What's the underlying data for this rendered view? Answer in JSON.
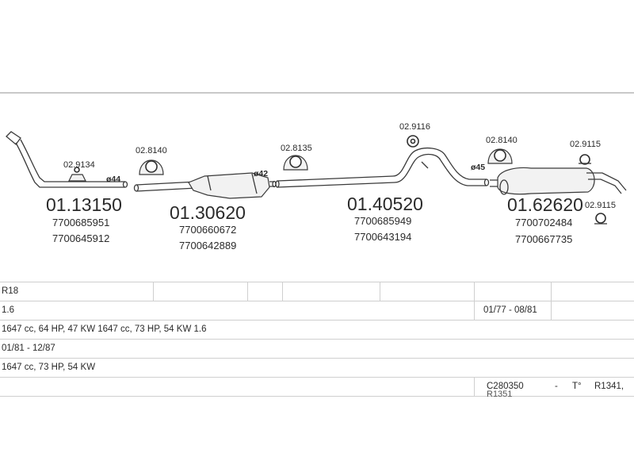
{
  "parts": {
    "p1": {
      "code": "01.13150",
      "oem1": "7700685951",
      "oem2": "7700645912",
      "clamp": "02.9134",
      "diameter": "ø44"
    },
    "p2": {
      "code": "01.30620",
      "oem1": "7700660672",
      "oem2": "7700642889",
      "mount": "02.8140",
      "diameter": "ø42"
    },
    "p3": {
      "code": "01.40520",
      "oem1": "7700685949",
      "oem2": "7700643194",
      "mount": "02.8135",
      "hanger": "02.9116",
      "diameter": "ø45"
    },
    "p4": {
      "code": "01.62620",
      "oem1": "7700702484",
      "oem2": "7700667735",
      "mount": "02.8140",
      "clamp_top": "02.9115",
      "clamp_bottom": "02.9115"
    }
  },
  "table": {
    "r1": {
      "model": "R18"
    },
    "r2": {
      "engine": "1.6",
      "years": "01/77 - 08/81"
    },
    "r3": {
      "specs": "1647 cc, 64 HP, 47 KW 1647 cc, 73 HP, 54 KW 1.6"
    },
    "r4": {
      "years": "01/81 - 12/87"
    },
    "r5": {
      "specs": "1647 cc, 73 HP, 54 KW"
    },
    "r6": {
      "ref1": "C280350",
      "dash": "-",
      "ref2": "T°",
      "ref3": "R1341,",
      "ref4": "R1351"
    }
  }
}
